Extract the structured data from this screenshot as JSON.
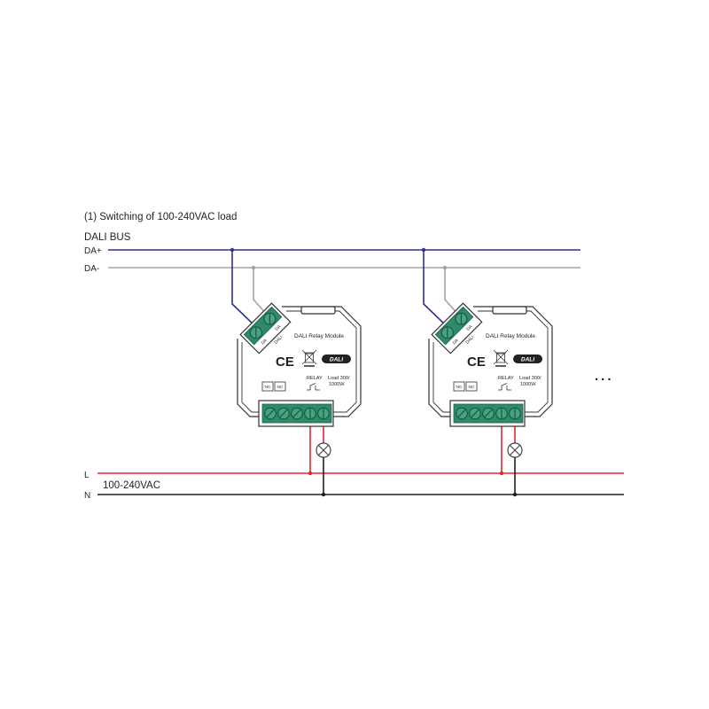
{
  "title": "(1) Switching of 100-240VAC load",
  "bus": {
    "label": "DALI BUS",
    "da_plus": "DA+",
    "da_minus": "DA-"
  },
  "mains": {
    "l": "L",
    "n": "N",
    "voltage": "100-240VAC"
  },
  "module": {
    "name": "DALI Relay Module",
    "terminal_da1": "DA",
    "terminal_da2": "DA",
    "terminal_dali": "DALI",
    "ce": "CE",
    "dali_logo": "DALI",
    "nc1": "NC",
    "nc2": "NC",
    "relay": "RELAY",
    "load_line1": "Load 300/",
    "load_line2": "1000W"
  },
  "ellipsis": "...",
  "colors": {
    "da_plus": "#2e3192",
    "da_minus": "#a3a3a3",
    "live": "#e0262b",
    "neutral": "#231f20",
    "terminal": "#2f8a68"
  }
}
